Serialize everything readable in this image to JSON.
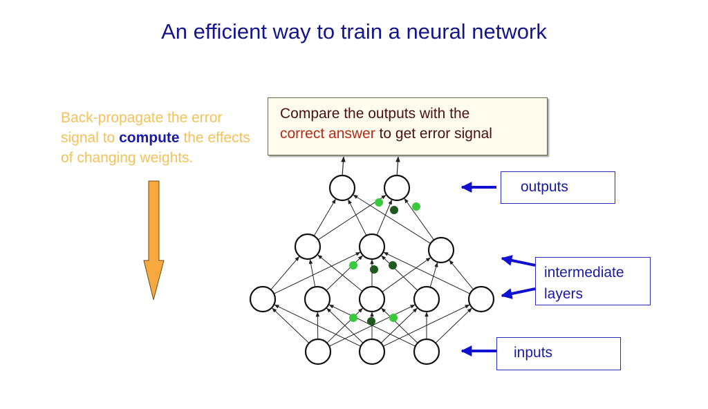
{
  "title": "An efficient way to train a neural network",
  "note": {
    "part1": "Back-propagate  the error signal to ",
    "bold": "compute",
    "part2": " the effects of changing weights."
  },
  "callout": {
    "line1": "Compare the outputs with the",
    "highlight": "correct answer",
    "line2_rest": " to get error signal"
  },
  "labels": {
    "outputs": "outputs",
    "intermediate_1": "intermediate",
    "intermediate_2": "layers",
    "inputs": "inputs"
  },
  "colors": {
    "title": "#14148c",
    "note": "#f5c25a",
    "label": "#1a1aa8",
    "arrow_blue": "#1010d0",
    "arrow_orange": "#f7a93f",
    "dot_light": "#3cc83c",
    "dot_dark": "#1e5a1e"
  }
}
